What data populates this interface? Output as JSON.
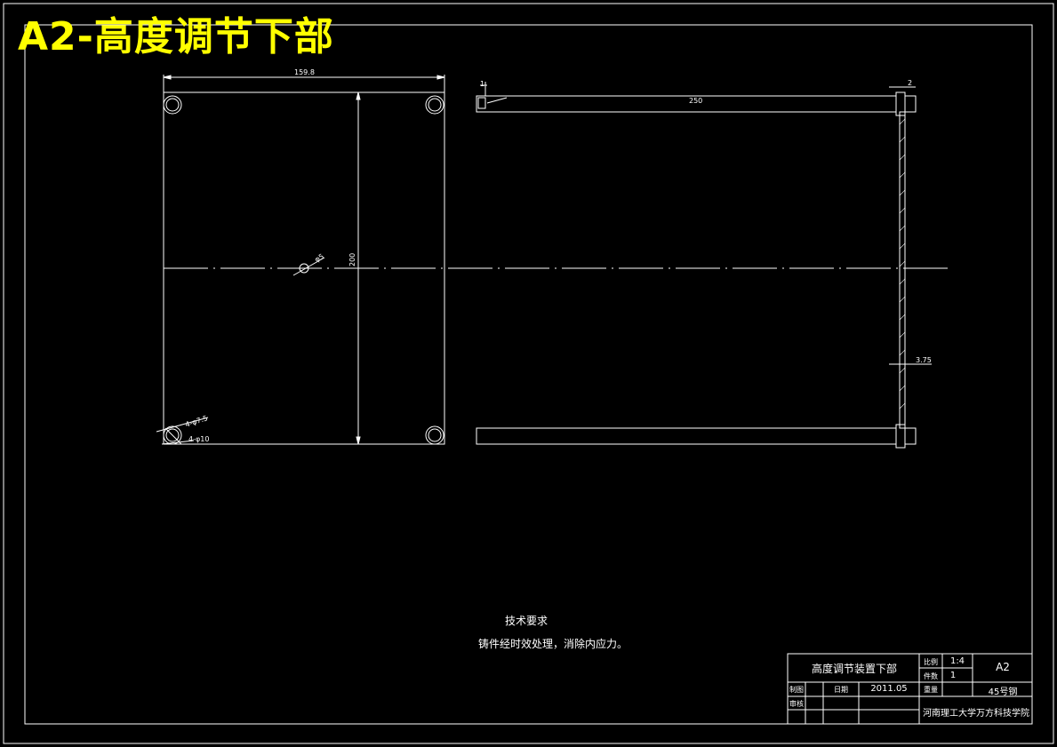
{
  "sheet": {
    "heading": "A2-高度调节下部"
  },
  "dimensions": {
    "top_width": "159.8",
    "vertical_height": "200",
    "center_hole": "φ5",
    "corner_hole": "4-φ7.5",
    "corner_bore": "4-φ10",
    "flange_thickness": "2",
    "rod_length": "250",
    "side_offset": "3.75",
    "small_tick": "1"
  },
  "technical_notes": {
    "title": "技术要求",
    "body": "铸件经时效处理，消除内应力。"
  },
  "title_block": {
    "part_name": "高度调节装置下部",
    "scale_label": "比例",
    "scale_value": "1:4",
    "qty_label": "件数",
    "qty_value": "1",
    "sheet_size": "A2",
    "drawn_label": "制图",
    "date_label": "日期",
    "date_value": "2011.05",
    "weight_label": "重量",
    "material_value": "45号钢",
    "checked_label": "审核",
    "school": "河南理工大学万方科技学院"
  }
}
